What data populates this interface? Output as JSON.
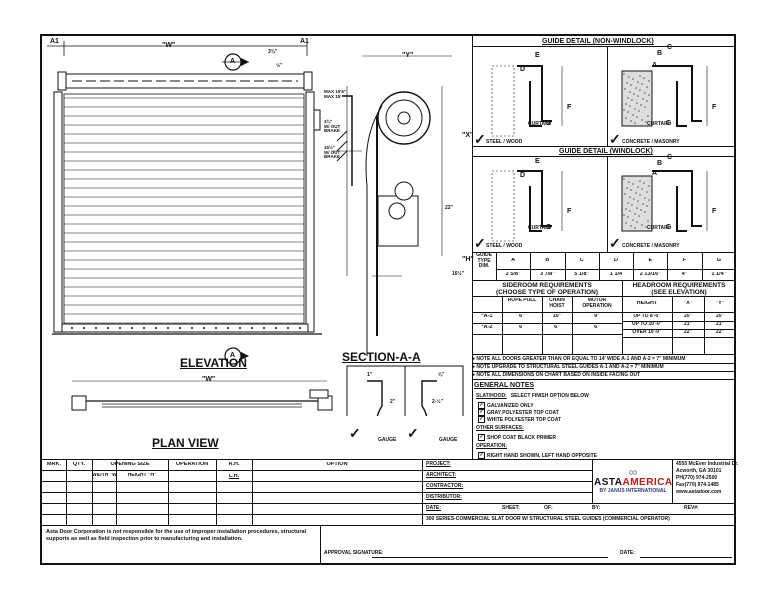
{
  "top_dims": {
    "a1": "A1",
    "w": "\"W\"",
    "dim_a": "A",
    "d34": "3¾\"",
    "d12": "½\"",
    "max": "MAX 10'6\"\nMAX 15'",
    "w_out_brake_1": "3¾\"\nW/ OUT\nBRAKE",
    "w_out_brake_2": "16½\"\nW/ OUT\nBRAKE",
    "y": "\"Y\"",
    "x": "\"X\"",
    "h": "\"H\"",
    "d16": "16½\"",
    "d22": "22\""
  },
  "views": {
    "elevation": "ELEVATION",
    "plan_view": "PLAN VIEW",
    "section": "SECTION-A-A",
    "callout_a": "A",
    "plan_w": "\"W\"",
    "gauge_1": "GAUGE",
    "gauge_2": "GAUGE",
    "section_dims": [
      "1\"",
      "2\"",
      "2-½\"",
      "⅝\""
    ]
  },
  "guide_detail": {
    "nonwind_title": "GUIDE DETAIL (NON-WINDLOCK)",
    "wind_title": "GUIDE DETAIL (WINDLOCK)",
    "steel_wood": "STEEL / WOOD",
    "concrete": "CONCRETE / MASONRY",
    "curtain": "CURTAIN",
    "letters": [
      "A",
      "B",
      "C",
      "D",
      "E",
      "F",
      "G"
    ]
  },
  "guide_table": {
    "row_label": "GUIDE\nTYPE\nDIM.",
    "headers": [
      "A",
      "B",
      "C",
      "D",
      "E",
      "F",
      "G"
    ],
    "values": [
      "2 5/8\"",
      "3 7/8\"",
      "5 1/8\"",
      "1 1/4",
      "2 13/16\"",
      "4\"",
      "1 1/4\""
    ]
  },
  "sideroom": {
    "title": "SIDEROOM REQUIREMENTS\n(CHOOSE TYPE OF OPERATION)",
    "headers": [
      "ROPE PULL",
      "CHAIN\nHOIST",
      "MOTOR\nOPERATION"
    ],
    "rows": [
      {
        "label": "*A-1",
        "vals": [
          "6\"",
          "10\"",
          "9\""
        ]
      },
      {
        "label": "*A-2",
        "vals": [
          "6\"",
          "6\"",
          "6\""
        ]
      }
    ]
  },
  "headroom": {
    "title": "HEADROOM REQUIREMENTS\n(SEE ELEVATION)",
    "headers": [
      "HEIGHT",
      "\"X\"",
      "\"Y\""
    ],
    "rows": [
      [
        "UP TO 8'-0\"",
        "20\"",
        "20\""
      ],
      [
        "UP TO 10'-0\"",
        "21\"",
        "21\""
      ],
      [
        "OVER 10'-0\"",
        "22\"",
        "22\""
      ]
    ]
  },
  "notes_top": [
    "● NOTE ALL DOORS GREATER THAN OR EQUAL TO 14' WIDE A-1 AND A-2 = 7\" MINIMUM",
    "● NOTE UPGRADE TO STRUCTURAL STEEL GUIDES A-1 AND A-2 = 7\" MINIMUM",
    "● NOTE ALL DIMENSIONS ON CHART BASED ON INSIDE FACING OUT"
  ],
  "general_notes": {
    "title": "GENERAL NOTES",
    "slat_label": "SLAT/HOOD:",
    "slat_sub": "SELECT FINISH OPTION BELOW",
    "slat_options": [
      "GALVANIZED ONLY",
      "GRAY POLYESTER TOP COAT",
      "WHITE POLYESTER TOP COAT"
    ],
    "other_label": "OTHER SURFACES:",
    "other_options": [
      "SHOP COAT BLACK PRIMER"
    ],
    "operation_label": "OPERATION:",
    "operation_options": [
      "RIGHT HAND SHOWN, LEFT HAND OPPOSITE"
    ]
  },
  "order_table": {
    "headers": [
      "MRK.",
      "QTY.",
      "OPENING SIZE",
      "OPERATION",
      "R.H.",
      "OPTION"
    ],
    "sub_headers": [
      "WIDTH \"W\"",
      "HEIGHT \"H\""
    ],
    "lh": "L.H."
  },
  "title_block": {
    "project": "PROJECT:",
    "architect": "ARCHITECT:",
    "contractor": "CONTRACTOR:",
    "distributor": "DISTRIBUTOR:",
    "date": "DATE:",
    "sheet": "SHEET:",
    "of": "OF:",
    "by": "BY:",
    "rev": "REV#:",
    "series": "300 SERIES-COMMERCIAL SLAT DOOR W/ STRUCTURAL STEEL GUIDES (COMMERCIAL OPERATOR)",
    "logo_a": "ASTA",
    "logo_b": "AMERICA",
    "logo_sub": "BY JANUS INTERNATIONAL",
    "address": [
      "4555 McEver Industrial Dr.",
      "Acworth, GA 30101",
      "PH(770) 974-2500",
      "Fax(770) 974-1485",
      "www.astadoor.com"
    ]
  },
  "disclaimer": "Asta Door Corporation is not responsible for the use of improper installation procedures, structural supports as well as field inspection prior to manufacturing and installation.",
  "approval": "APPROVAL SIGNATURE:",
  "approval_date": "DATE:"
}
